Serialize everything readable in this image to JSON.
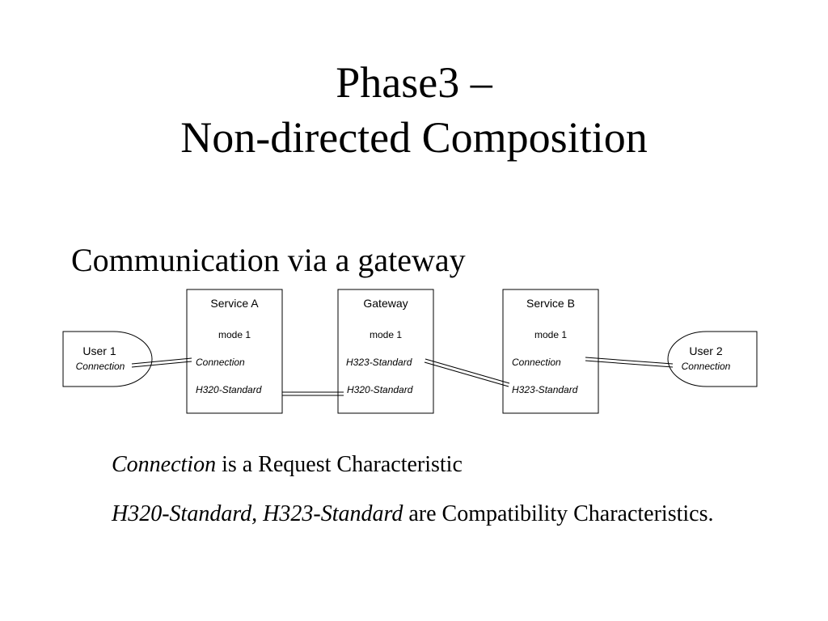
{
  "slide": {
    "title_line1": "Phase3 –",
    "title_line2": "Non-directed Composition",
    "subtitle": "Communication via a gateway"
  },
  "diagram": {
    "user1": {
      "name": "User 1",
      "characteristic": "Connection"
    },
    "user2": {
      "name": "User 2",
      "characteristic": "Connection"
    },
    "service_a": {
      "name": "Service A",
      "mode": "mode 1",
      "characteristics": [
        "Connection",
        "H320-Standard"
      ]
    },
    "gateway": {
      "name": "Gateway",
      "mode": "mode 1",
      "characteristics": [
        "H323-Standard",
        "H320-Standard"
      ]
    },
    "service_b": {
      "name": "Service B",
      "mode": "mode 1",
      "characteristics": [
        "Connection",
        "H323-Standard"
      ]
    }
  },
  "notes": {
    "line1_term": "Connection",
    "line1_rest": " is a Request Characteristic",
    "line2_terms": "H320-Standard, H323-Standard",
    "line2_rest": " are Compatibility Characteristics."
  }
}
